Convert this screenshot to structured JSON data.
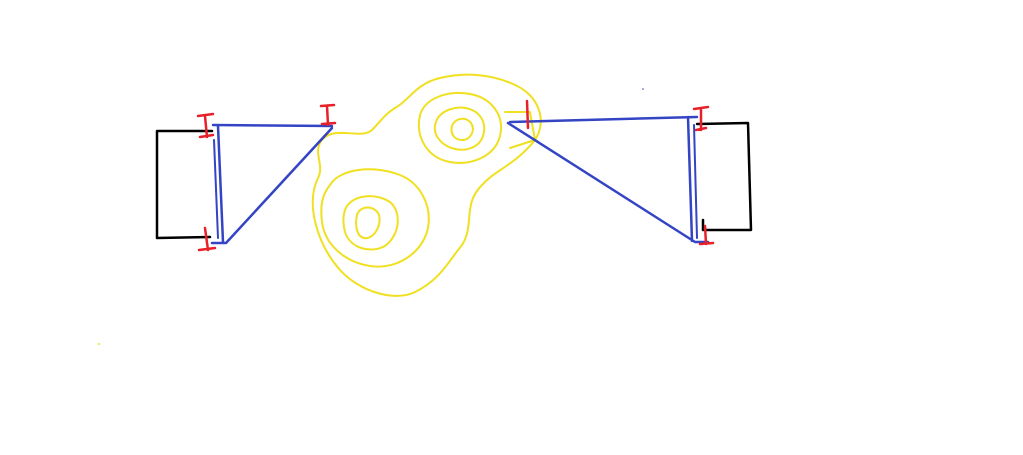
{
  "drawing": {
    "background": "#ffffff",
    "colors": {
      "box": "#000000",
      "link": "#3344c4",
      "pin": "#e8202a",
      "blob": "#f0e020"
    },
    "parts": [
      "left-box",
      "left-linkage",
      "central-blob",
      "right-linkage",
      "right-box"
    ]
  }
}
